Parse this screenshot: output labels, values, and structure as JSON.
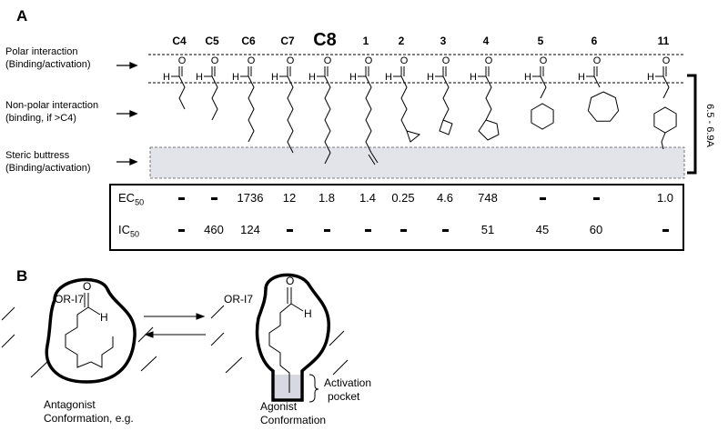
{
  "panel_a": {
    "letter": "A",
    "columns": [
      {
        "label": "C4",
        "big": false
      },
      {
        "label": "C5",
        "big": false
      },
      {
        "label": "C6",
        "big": false
      },
      {
        "label": "C7",
        "big": false
      },
      {
        "label": "C8",
        "big": true
      },
      {
        "label": "1",
        "big": false
      },
      {
        "label": "2",
        "big": false
      },
      {
        "label": "3",
        "big": false
      },
      {
        "label": "4",
        "big": false
      },
      {
        "label": "5",
        "big": false
      },
      {
        "label": "6",
        "big": false
      },
      {
        "label": "11",
        "big": false
      }
    ],
    "side_labels": {
      "polar_line1": "Polar interaction",
      "polar_line2": "(Binding/activation)",
      "nonpolar_line1": "Non-polar interaction",
      "nonpolar_line2": "(binding, if >C4)",
      "steric_line1": "Steric buttress",
      "steric_line2": "(Binding/activation)"
    },
    "atom_O": "O",
    "atom_H": "H",
    "distance_label": "6.5 - 6.9A",
    "ec50_label": "EC",
    "ic50_label": "IC",
    "subscript": "50",
    "ec50_values": [
      "-",
      "-",
      "1736",
      "12",
      "1.8",
      "1.4",
      "0.25",
      "4.6",
      "748",
      "-",
      "-",
      "1.0"
    ],
    "ic50_values": [
      "-",
      "460",
      "124",
      "-",
      "-",
      "-",
      "-",
      "-",
      "51",
      "45",
      "60",
      "-"
    ]
  },
  "panel_b": {
    "letter": "B",
    "receptor_left": "OR-I7",
    "receptor_right": "OR-I7",
    "atom_O": "O",
    "atom_H": "H",
    "antagonist_line1": "Antagonist",
    "antagonist_line2": "Conformation, e.g.",
    "agonist_line1": "Agonist",
    "agonist_line2": "Conformation",
    "pocket_line1": "Activation",
    "pocket_line2": "pocket"
  }
}
